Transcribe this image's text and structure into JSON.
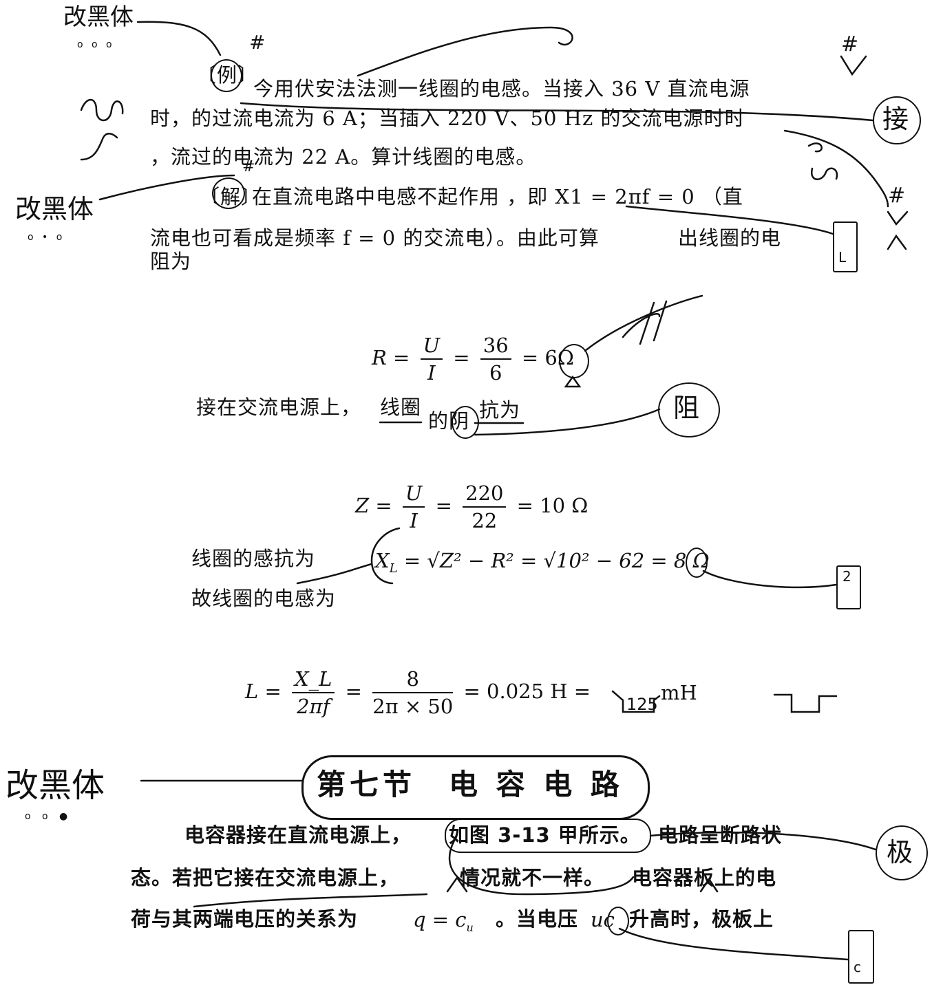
{
  "annotations": {
    "font_change_1": "改黑体",
    "font_change_2": "改黑体",
    "font_change_3": "改黑体",
    "dots_1": "o o o",
    "dots_2": "o • o",
    "dots_3": "o o ●",
    "hash_1": "#",
    "hash_2": "#",
    "hash_3": "#",
    "hash_4": "#",
    "insert_jie": "接",
    "insert_zu": "阻",
    "insert_ji": "极",
    "box_L": "L",
    "box_2": "2",
    "box_c": "c",
    "value_125": "125",
    "wave_mark": "∽",
    "swirl_mark": "∽"
  },
  "example": {
    "label": "〔例〕",
    "line1": "今用伏安法法测一线圈的电感。当接入 36 V 直流电源",
    "line2": "时，的过流电流为 6 A；当插入 220 V、50 Hz 的交流电源时时",
    "line3": "，流过的电流为 22 A。算计线圈的电感。"
  },
  "solution": {
    "label": "〔解〕",
    "line1": "在直流电路中电感不起作用 ，即 X1 = 2πf = 0 （直",
    "line2": "流电也可看成是频率 f = 0 的交流电）。由此可算",
    "line2b": "出线圈的电",
    "line3": "阻为"
  },
  "eq_R": {
    "lhs": "R =",
    "f1_num": "U",
    "f1_den": "I",
    "eq": "=",
    "f2_num": "36",
    "f2_den": "6",
    "rhs": "= 6Ω"
  },
  "line_ac": {
    "a": "接在交流电源上，",
    "b": "线圈",
    "c": "的阴",
    "d": "抗为"
  },
  "eq_Z": {
    "lhs": "Z =",
    "f1_num": "U",
    "f1_den": "I",
    "eq": "=",
    "f2_num": "220",
    "f2_den": "22",
    "rhs": "= 10 Ω"
  },
  "line_xl": {
    "label": "线圈的感抗为",
    "formula": "X",
    "sub": "L",
    "rest": " = √Z² − R² = √10² − 62 = 8 Ω"
  },
  "line_l": {
    "label": "故线圈的电感为"
  },
  "eq_L": {
    "lhs": "L =",
    "f1_num": "X_L",
    "f1_den": "2πf",
    "eq": "=",
    "f2_num": "8",
    "f2_den": "2π × 50",
    "rhs": "= 0.025 H =",
    "unit": "mH"
  },
  "section": {
    "title": "第七节　电 容 电 路"
  },
  "cap": {
    "line1a": "电容器接在直流电源上，",
    "line1b": "如图 3-13 甲所示。",
    "line1c": "电路呈断路状",
    "line2a": "态。若把它接在交流电源上，",
    "line2b": "情况就不一样。",
    "line2c": "电容器板上的电",
    "line3a": "荷与其两端电压的关系为",
    "line3b": "q = c",
    "line3sub": "u",
    "line3c": "。当电压",
    "line3d": "uc",
    "line3e": "升高时，极板上"
  }
}
